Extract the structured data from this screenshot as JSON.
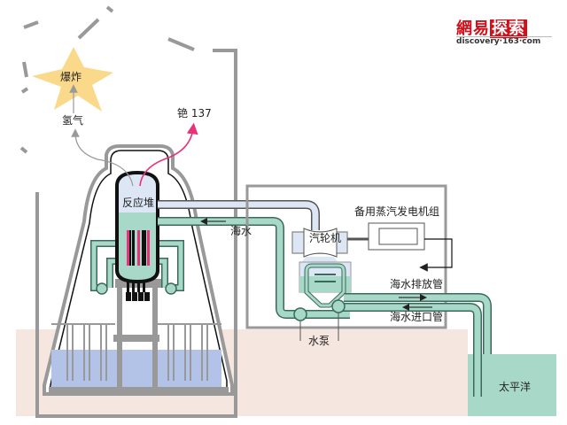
{
  "logo": {
    "chinese_plain": "網易",
    "chinese_inverted": "探索",
    "english": "discovery·163·com"
  },
  "labels": {
    "explosion": "爆炸",
    "hydrogen": "氢气",
    "cesium": "铯 137",
    "reactor": "反应堆",
    "seawater": "海水",
    "turbine": "汽轮机",
    "backup_generator": "备用蒸汽发电机组",
    "discharge_pipe": "海水排放管",
    "intake_pipe": "海水进口管",
    "pump": "水泵",
    "pacific": "太平洋"
  },
  "colors": {
    "coolant": "#a8d8c8",
    "steam": "#dce6f4",
    "pool": "#b3c3e8",
    "ground": "#f5e6df",
    "ocean": "#a8d8c8",
    "explosion": "#fad98a",
    "radiation_arrow": "#e8337a",
    "fuel_rods": "#e8337a",
    "structure": "#999999"
  }
}
